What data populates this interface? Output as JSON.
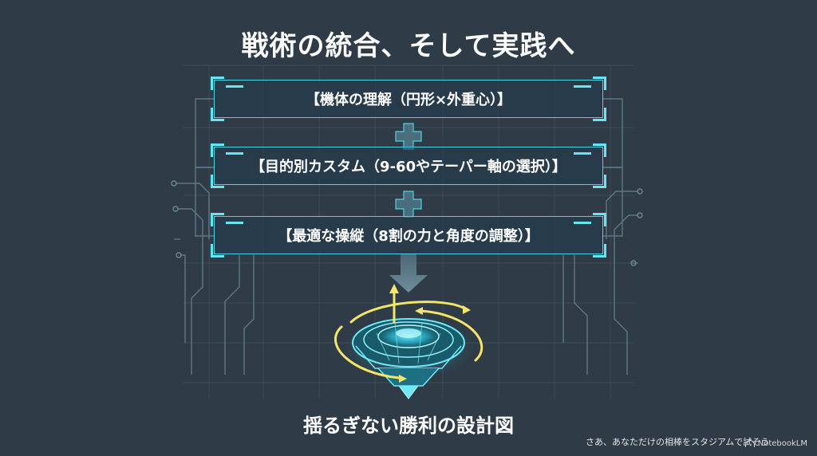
{
  "title": "戦術の統合、そして実践へ",
  "steps": [
    {
      "label": "【機体の理解（円形×外重心）】"
    },
    {
      "label": "【目的別カスタム（9-60やテーパー軸の選択）】"
    },
    {
      "label": "【最適な操縦（8割の力と角度の調整）】"
    }
  ],
  "connector_icon": "plus-icon",
  "result_icon": "spinning-top-icon",
  "subtitle": "揺るぎない勝利の設計図",
  "caption": "さあ、あなただけの相棒をスタジアムで試そう",
  "watermark": "NotebookLM",
  "colors": {
    "background": "#2f3b46",
    "accent": "#4fd1e4",
    "glow": "#f3e46a"
  }
}
